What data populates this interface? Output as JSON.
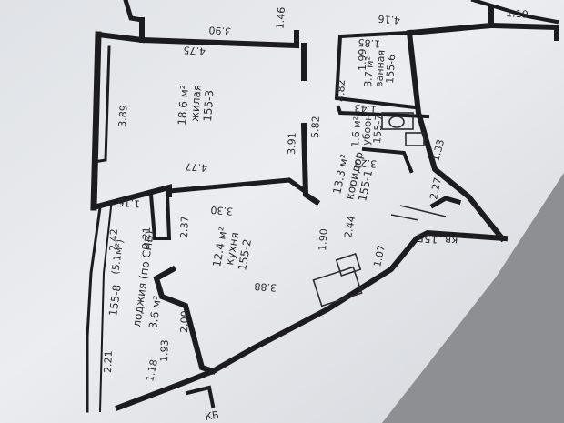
{
  "plan": {
    "labels": [
      {
        "id": "top-corner-1",
        "text": "1.19"
      },
      {
        "id": "top-right-dim",
        "text": "4.16"
      },
      {
        "id": "top-dim-146",
        "text": "1.46"
      },
      {
        "id": "top-dim-390",
        "text": "3.90"
      },
      {
        "id": "bath-dim-185",
        "text": "1.85"
      },
      {
        "id": "bath-dim-199",
        "text": "1.99"
      },
      {
        "id": "bath-code",
        "text": "155-6"
      },
      {
        "id": "bath-name",
        "text": "ванная"
      },
      {
        "id": "bath-area",
        "text": "3.7 м²"
      },
      {
        "id": "living-dim-475",
        "text": "4.75"
      },
      {
        "id": "living-code",
        "text": "155-3"
      },
      {
        "id": "living-name",
        "text": "жилая"
      },
      {
        "id": "living-area",
        "text": "18.6 м²"
      },
      {
        "id": "living-dim-389",
        "text": "3.89"
      },
      {
        "id": "living-dim-391",
        "text": "3.91"
      },
      {
        "id": "living-dim-582",
        "text": "5.82"
      },
      {
        "id": "wc-dim-143",
        "text": "1.43"
      },
      {
        "id": "wc-dim-482",
        "text": "4.82"
      },
      {
        "id": "wc-code",
        "text": "155-7"
      },
      {
        "id": "wc-name",
        "text": "уборн."
      },
      {
        "id": "wc-area",
        "text": "1.6 м²"
      },
      {
        "id": "living-dim-477",
        "text": "4.77"
      },
      {
        "id": "hall-dim-323",
        "text": "3.23"
      },
      {
        "id": "hall-dim-133",
        "text": "1.33"
      },
      {
        "id": "hall-code",
        "text": "155-1"
      },
      {
        "id": "hall-name",
        "text": "коридор"
      },
      {
        "id": "hall-area",
        "text": "13.3 м²"
      },
      {
        "id": "dim-116",
        "text": "1.16"
      },
      {
        "id": "kitchen-dim-330",
        "text": "3.30"
      },
      {
        "id": "dim-227",
        "text": "2.27"
      },
      {
        "id": "dim-237",
        "text": "2.37"
      },
      {
        "id": "dim-242",
        "text": "2.42"
      },
      {
        "id": "dim-221-a",
        "text": "2.21"
      },
      {
        "id": "dim-244",
        "text": "2.44"
      },
      {
        "id": "dim-190",
        "text": "1.90"
      },
      {
        "id": "flat-no",
        "text": "кв. 155"
      },
      {
        "id": "kitchen-code",
        "text": "155-2"
      },
      {
        "id": "kitchen-name",
        "text": "кухня"
      },
      {
        "id": "kitchen-area",
        "text": "12.4 м²"
      },
      {
        "id": "dim-107",
        "text": "1.07"
      },
      {
        "id": "loggia-code",
        "text": "155-8"
      },
      {
        "id": "loggia-area",
        "text": "(5.1м²)"
      },
      {
        "id": "loggia-name",
        "text": "лоджия (по СНБ)"
      },
      {
        "id": "loggia-area-snb",
        "text": "3.6 м²"
      },
      {
        "id": "dim-388",
        "text": "3.88"
      },
      {
        "id": "dim-200",
        "text": "2.00"
      },
      {
        "id": "dim-221-b",
        "text": "2.21"
      },
      {
        "id": "dim-193",
        "text": "1.93"
      },
      {
        "id": "dim-118",
        "text": "1.18"
      },
      {
        "id": "bottom-edge",
        "text": "КВ"
      }
    ]
  },
  "colors": {
    "background": "#8e8f93",
    "paper": "#e9ebee",
    "paper-shade": "#cfd2d7",
    "wall": "#1c1c1f",
    "ink": "#2b2c30"
  }
}
